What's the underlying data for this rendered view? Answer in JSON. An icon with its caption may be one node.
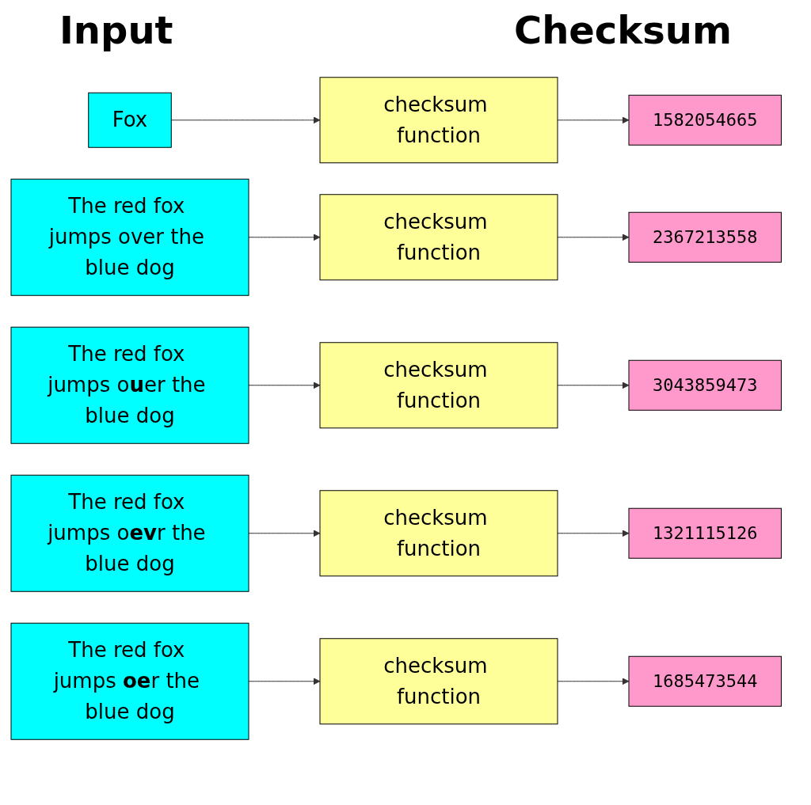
{
  "diagram": {
    "nodes": [
      {
        "text": [
          "Fox"
        ]
      },
      {
        "text": [
          "checksum function"
        ]
      },
      {
        "text": [
          "1582054665"
        ]
      },
      {
        "text": [
          "The red fox jumps over the blue dog"
        ]
      },
      {
        "text": [
          "checksum function"
        ]
      },
      {
        "text": [
          "2367213558"
        ]
      },
      {
        "text": [
          "The red fox jumps o**u**er the blue dog"
        ]
      },
      {
        "text": [
          "checksum function"
        ]
      },
      {
        "text": [
          "3043859473"
        ]
      },
      {
        "text": [
          "The red fox jumps o**ev**r the blue dog"
        ]
      },
      {
        "text": [
          "checksum function"
        ]
      },
      {
        "text": [
          "1321115126"
        ]
      },
      {
        "text": [
          "The red fox jumps **oe**r the blue dog"
        ]
      },
      {
        "text": [
          "checksum function"
        ]
      },
      {
        "text": [
          "1685473544"
        ]
      }
    ],
    "edges": [
      {
        "from": 0,
        "to": 1,
        "arrow": "to"
      },
      {
        "from": 1,
        "to": 2,
        "arrow": "to"
      },
      {
        "from": 3,
        "to": 4,
        "arrow": "to"
      },
      {
        "from": 4,
        "to": 5,
        "arrow": "to"
      },
      {
        "from": 6,
        "to": 7,
        "arrow": "to"
      },
      {
        "from": 7,
        "to": 8,
        "arrow": "to"
      },
      {
        "from": 9,
        "to": 10,
        "arrow": "to"
      },
      {
        "from": 10,
        "to": 11,
        "arrow": "to"
      },
      {
        "from": 12,
        "to": 13,
        "arrow": "to"
      },
      {
        "from": 13,
        "to": 14,
        "arrow": "to"
      }
    ],
    "labels": [
      "Input",
      "Checksum"
    ]
  }
}
